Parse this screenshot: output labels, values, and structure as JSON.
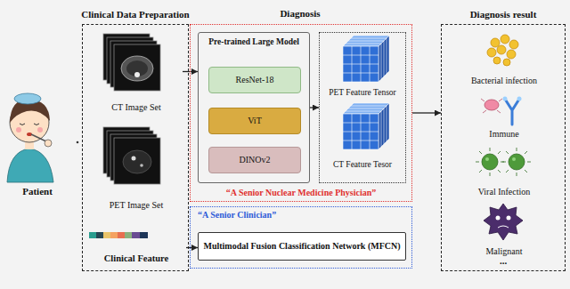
{
  "diagram": {
    "nodes": [
      {
        "text": [
          "Patient"
        ]
      },
      {
        "text": [
          "Clinical Data Preparation"
        ]
      },
      {
        "text": [
          "CT Image Set"
        ],
        "in": 1
      },
      {
        "text": [
          "PET Image Set"
        ],
        "in": 1
      },
      {
        "text": [
          "Clinical Feature"
        ],
        "in": 1
      },
      {
        "text": [
          "“A Senior Nuclear Medicine Physician”"
        ]
      },
      {
        "text": [
          "Pre-trained Large Model"
        ],
        "in": 5
      },
      {
        "text": [
          "ResNet-18"
        ],
        "in": 6
      },
      {
        "text": [
          "ViT"
        ],
        "in": 6
      },
      {
        "text": [
          "DINOv2"
        ],
        "in": 6
      },
      {
        "text": [
          "PET Feature Tensor",
          "CT Feature Tesor"
        ],
        "in": 5
      },
      {
        "text": [
          "“A Senior Clinician”"
        ]
      },
      {
        "text": [
          "Multimodal Fusion Classification Network (MFCN)"
        ],
        "in": 11
      },
      {
        "text": [
          "Diagnosis result"
        ]
      },
      {
        "text": [
          "Bacterial infection"
        ],
        "in": 13
      },
      {
        "text": [
          "Immune"
        ],
        "in": 13
      },
      {
        "text": [
          "Viral Infection"
        ],
        "in": 13
      },
      {
        "text": [
          "Malignant"
        ],
        "in": 13
      }
    ],
    "edges": [
      {
        "from": 2,
        "to": 6,
        "arrow": "to"
      },
      {
        "from": 4,
        "to": 12,
        "arrow": "to"
      },
      {
        "from": 6,
        "to": 10,
        "arrow": "to"
      },
      {
        "from": 5,
        "to": 13,
        "arrow": "to"
      }
    ],
    "labels": [
      "Diagnosis",
      "..."
    ]
  }
}
